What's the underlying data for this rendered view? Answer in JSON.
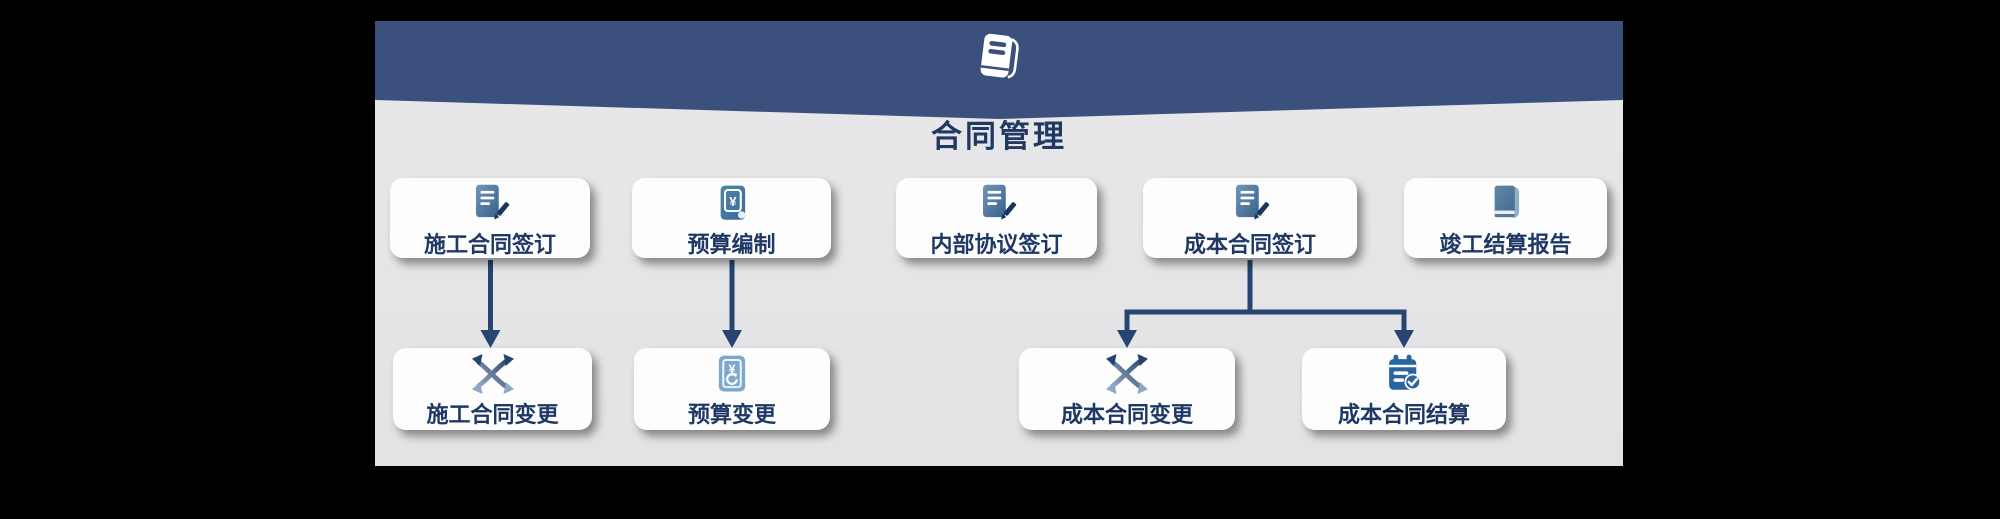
{
  "diagram": {
    "title": "合同管理",
    "header_icon": "book-icon",
    "colors": {
      "background": "#000000",
      "header_band": "#3b507c",
      "panel": "#e5e5e7",
      "card": "#fdfdfe",
      "text": "#1f3864",
      "connector": "#264571"
    },
    "icons": {
      "yuan": "¥"
    },
    "nodes": [
      {
        "id": "construction-contract-signing",
        "label": "施工合同签订",
        "icon": "document-pen-icon",
        "row": 1
      },
      {
        "id": "budget-preparation",
        "label": "预算编制",
        "icon": "budget-document-icon",
        "row": 1
      },
      {
        "id": "internal-agreement-signing",
        "label": "内部协议签订",
        "icon": "document-pen-icon",
        "row": 1
      },
      {
        "id": "cost-contract-signing",
        "label": "成本合同签订",
        "icon": "document-pen-icon",
        "row": 1
      },
      {
        "id": "completion-settlement-report",
        "label": "竣工结算报告",
        "icon": "book-icon",
        "row": 1
      },
      {
        "id": "construction-contract-change",
        "label": "施工合同变更",
        "icon": "shuffle-arrows-icon",
        "row": 2
      },
      {
        "id": "budget-change",
        "label": "预算变更",
        "icon": "budget-refresh-icon",
        "row": 2
      },
      {
        "id": "cost-contract-change",
        "label": "成本合同变更",
        "icon": "shuffle-arrows-icon",
        "row": 2
      },
      {
        "id": "cost-contract-settlement",
        "label": "成本合同结算",
        "icon": "calendar-check-icon",
        "row": 2
      }
    ],
    "edges": [
      {
        "from": "施工合同签订",
        "to": "施工合同变更"
      },
      {
        "from": "预算编制",
        "to": "预算变更"
      },
      {
        "from": "成本合同签订",
        "to": "成本合同变更"
      },
      {
        "from": "成本合同签订",
        "to": "成本合同结算"
      }
    ]
  }
}
